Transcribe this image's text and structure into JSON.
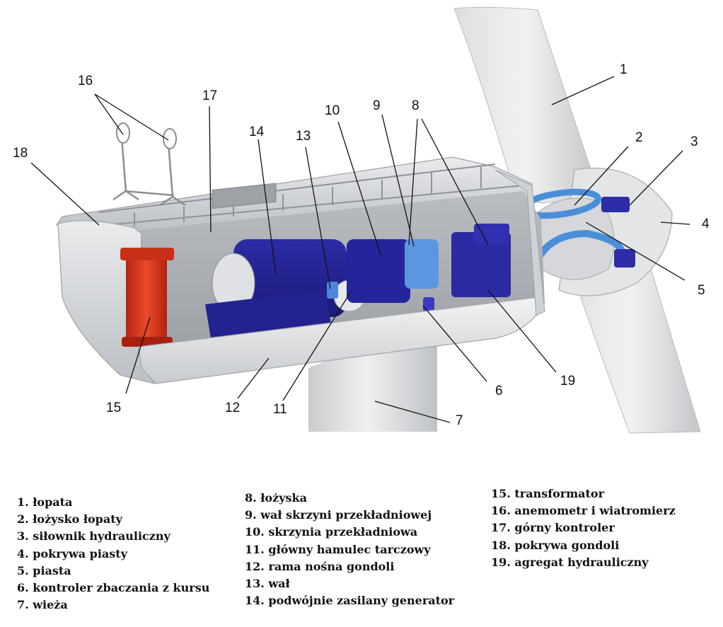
{
  "colors": {
    "generator_blue": "#25259b",
    "hydraulic_blue": "#4a7fd6",
    "transformer_red": "#d8321c",
    "housing_gray": "#d2d4d6",
    "tower_gray": "#e4e6e8"
  },
  "callouts": [
    "1",
    "2",
    "3",
    "4",
    "5",
    "6",
    "7",
    "8",
    "9",
    "10",
    "11",
    "12",
    "13",
    "14",
    "15",
    "16",
    "17",
    "18",
    "19"
  ],
  "legend": {
    "col1": [
      "1. łopata",
      "2. łożysko łopaty",
      "3. siłownik hydrauliczny",
      "4. pokrywa piasty",
      "5. piasta",
      "6. kontroler zbaczania z kursu",
      "7. wieża"
    ],
    "col2": [
      "8. łożyska",
      "9. wał skrzyni przekładniowej",
      "10. skrzynia przekładniowa",
      "11. główny hamulec tarczowy",
      "12. rama nośna gondoli",
      "13. wał",
      "14. podwójnie zasilany generator"
    ],
    "col3": [
      "15. transformator",
      "16. anemometr i wiatromierz",
      "17. górny kontroler",
      "18. pokrywa gondoli",
      "19. agregat hydrauliczny"
    ]
  }
}
